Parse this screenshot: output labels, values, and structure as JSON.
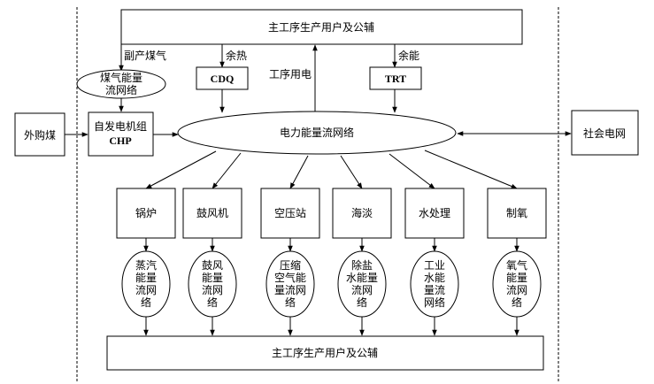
{
  "top_box": "主工序生产用户及公辅",
  "bottom_box": "主工序生产用户及公辅",
  "byproduct_gas_label": "副产煤气",
  "gas_network": [
    "煤气能量",
    "流网络"
  ],
  "waste_heat_label": "余热",
  "cdq": "CDQ",
  "process_power_label": "工序用电",
  "residual_energy_label": "余能",
  "trt": "TRT",
  "purchased_coal": "外购煤",
  "chp_box": [
    "自发电机组",
    "CHP"
  ],
  "power_network": "电力能量流网络",
  "grid": "社会电网",
  "units": [
    {
      "name": "锅炉",
      "network": [
        "蒸汽",
        "能量",
        "流网",
        "络"
      ]
    },
    {
      "name": "鼓风机",
      "network": [
        "鼓风",
        "能量",
        "流网",
        "络"
      ]
    },
    {
      "name": "空压站",
      "network": [
        "压缩",
        "空气能",
        "量流网",
        "络"
      ]
    },
    {
      "name": "海淡",
      "network": [
        "除盐",
        "水能量",
        "流网",
        "络"
      ]
    },
    {
      "name": "水处理",
      "network": [
        "工业",
        "水能",
        "量流",
        "网络"
      ]
    },
    {
      "name": "制氧",
      "network": [
        "氧气",
        "能量",
        "流网",
        "络"
      ]
    }
  ],
  "colors": {
    "stroke": "#000000",
    "background": "#ffffff"
  }
}
